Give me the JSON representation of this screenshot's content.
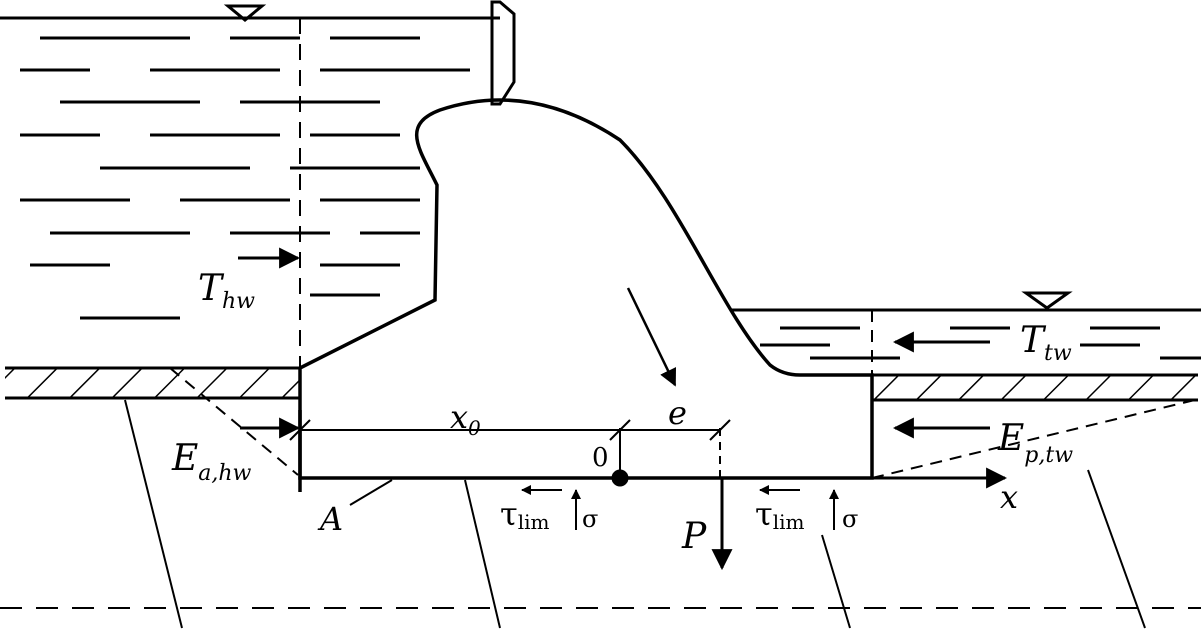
{
  "labels": {
    "headwater_force": {
      "main": "T",
      "sub": "hw"
    },
    "tailwater_force": {
      "main": "T",
      "sub": "tw"
    },
    "active_pressure": {
      "main": "E",
      "sub": "a,hw"
    },
    "passive_pressure": {
      "main": "E",
      "sub": "p,tw"
    },
    "x0": {
      "main": "x",
      "sub": "0"
    },
    "eccentricity": "e",
    "origin": "0",
    "point_a": "A",
    "load": "P",
    "x_axis": "x",
    "shear_left": {
      "main": "τ",
      "sub": "lim"
    },
    "shear_right": {
      "main": "τ",
      "sub": "lim"
    },
    "normal_left": "σ",
    "normal_right": "σ"
  }
}
